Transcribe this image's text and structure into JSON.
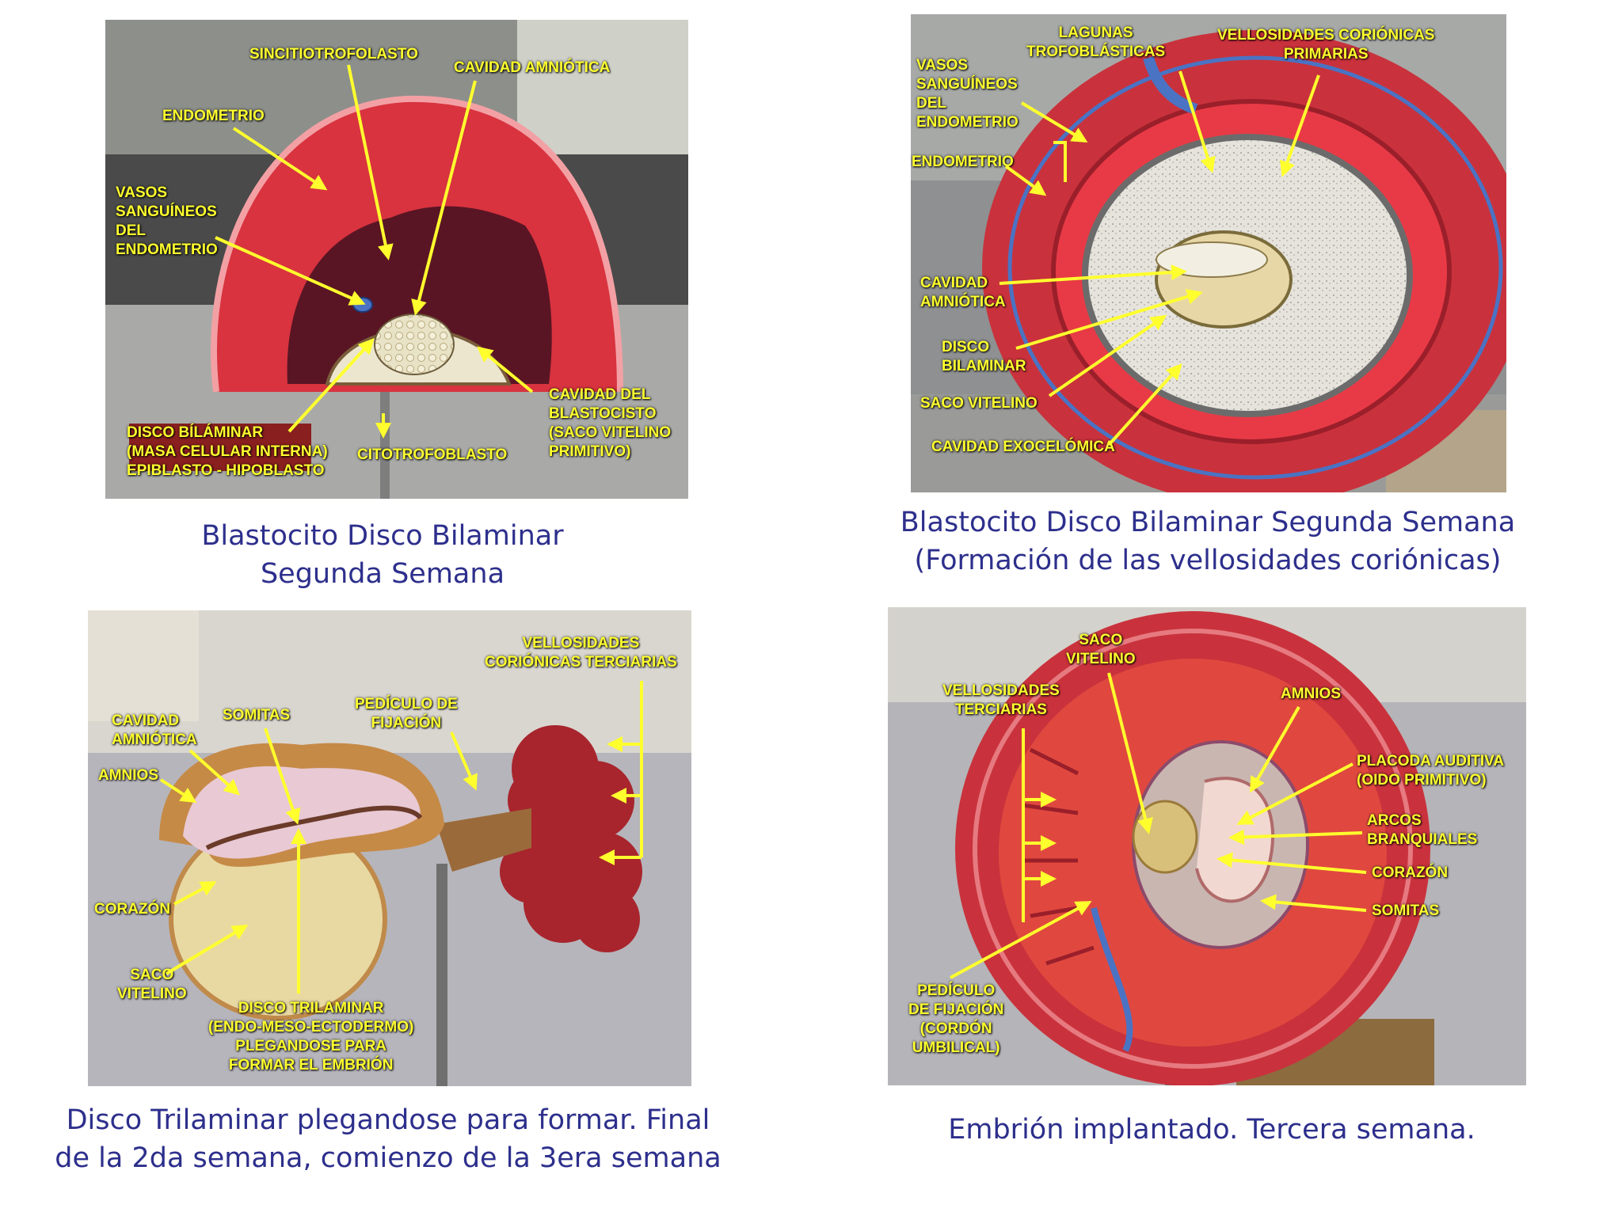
{
  "colors": {
    "label": "#ffff2e",
    "arrow": "#ffff2e",
    "caption": "#2d2f8c",
    "endometrium": "#d8333f",
    "vessel_blue": "#4a73c4"
  },
  "panels": {
    "p1": {
      "labels": {
        "sincitio": "SINCITIOTROFOLASTO",
        "cavidad_amniotica": "CAVIDAD AMNIÓTICA",
        "endometrio": "ENDOMETRIO",
        "vasos": "VASOS\nSANGUÍNEOS\nDEL\nENDOMETRIO",
        "cavidad_blastocisto": "CAVIDAD DEL\nBLASTOCISTO\n(SACO VITELINO\nPRIMITIVO)",
        "disco": "DISCO BÍLÁMINAR\n(MASA CELULAR INTERNA)\nEPIBLASTO - HIPOBLASTO",
        "citotrofoblasto": "CITOTROFOBLASTO"
      },
      "caption": "Blastocito Disco Bilaminar\nSegunda Semana"
    },
    "p2": {
      "labels": {
        "lagunas": "LAGUNAS\nTROFOBLÁSTICAS",
        "vellosidades": "VELLOSIDADES CORIÓNICAS\nPRIMARIAS",
        "vasos": "VASOS\nSANGUÍNEOS\nDEL\nENDOMETRIO",
        "endometrio": "ENDOMETRIO",
        "cavidad_amniotica": "CAVIDAD\nAMNIÓTICA",
        "disco": "DISCO\nBILAMINAR",
        "saco": "SACO VITELINO",
        "exocelomica": "CAVIDAD EXOCELÓMICA"
      },
      "caption": "Blastocito Disco Bilaminar Segunda Semana\n(Formación de las vellosidades coriónicas)"
    },
    "p3": {
      "labels": {
        "vellosidades": "VELLOSIDADES\nCORIÓNICAS TERCIARIAS",
        "pediculo": "PEDÍCULO DE\nFIJACIÓN",
        "cavidad_amniotica": "CAVIDAD\nAMNIÓTICA",
        "somitas": "SOMITAS",
        "amnios": "AMNIOS",
        "corazon": "CORAZÓN",
        "saco": "SACO\nVITELINO",
        "disco": "DISCO TRILAMINAR\n(ENDO-MESO-ECTODERMO)\nPLEGANDOSE PARA\nFORMAR EL EMBRIÓN"
      },
      "caption": "Disco Trilaminar plegandose para formar. Final\nde la 2da semana, comienzo de la 3era semana"
    },
    "p4": {
      "labels": {
        "saco": "SACO\nVITELINO",
        "vellosidades": "VELLOSIDADES\nTERCIARIAS",
        "amnios": "AMNIOS",
        "placoda": "PLACODA AUDITIVA\n(OIDO PRIMITIVO)",
        "arcos": "ARCOS\nBRANQUIALES",
        "corazon": "CORAZÓN",
        "somitas": "SOMITAS",
        "pediculo": "PEDÍCULO\nDE FIJACIÓN\n(CORDÓN\nUMBILICAL)"
      },
      "caption": "Embrión implantado. Tercera semana."
    }
  }
}
